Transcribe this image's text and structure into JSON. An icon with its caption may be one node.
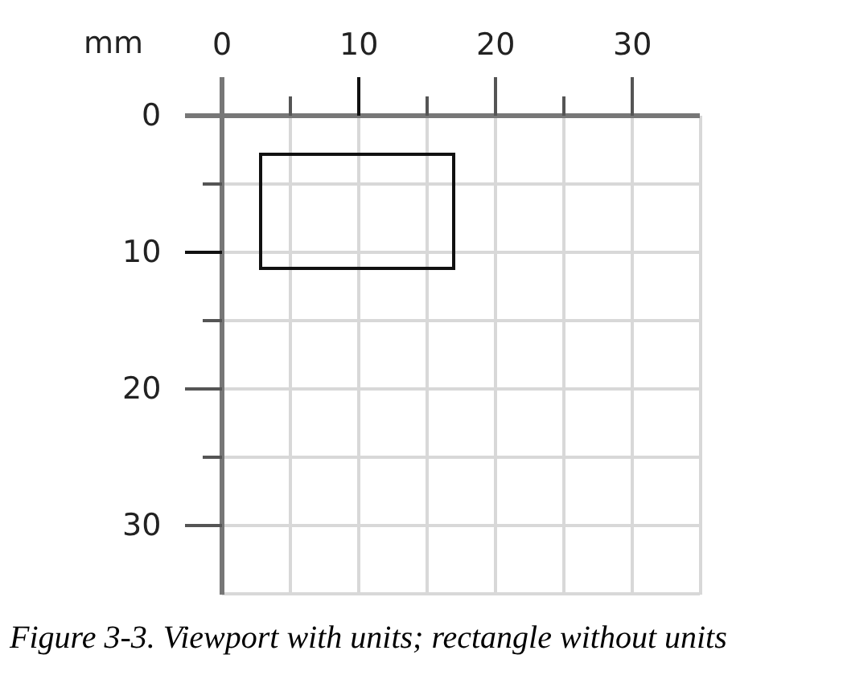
{
  "diagram": {
    "caption": "Figure 3-3. Viewport with units; rectangle without units",
    "nodes": [
      {
        "text": [],
        "shape": "box"
      }
    ],
    "labels": [
      "mm",
      "0",
      "10",
      "20",
      "30",
      "0",
      "10",
      "20",
      "30"
    ]
  }
}
